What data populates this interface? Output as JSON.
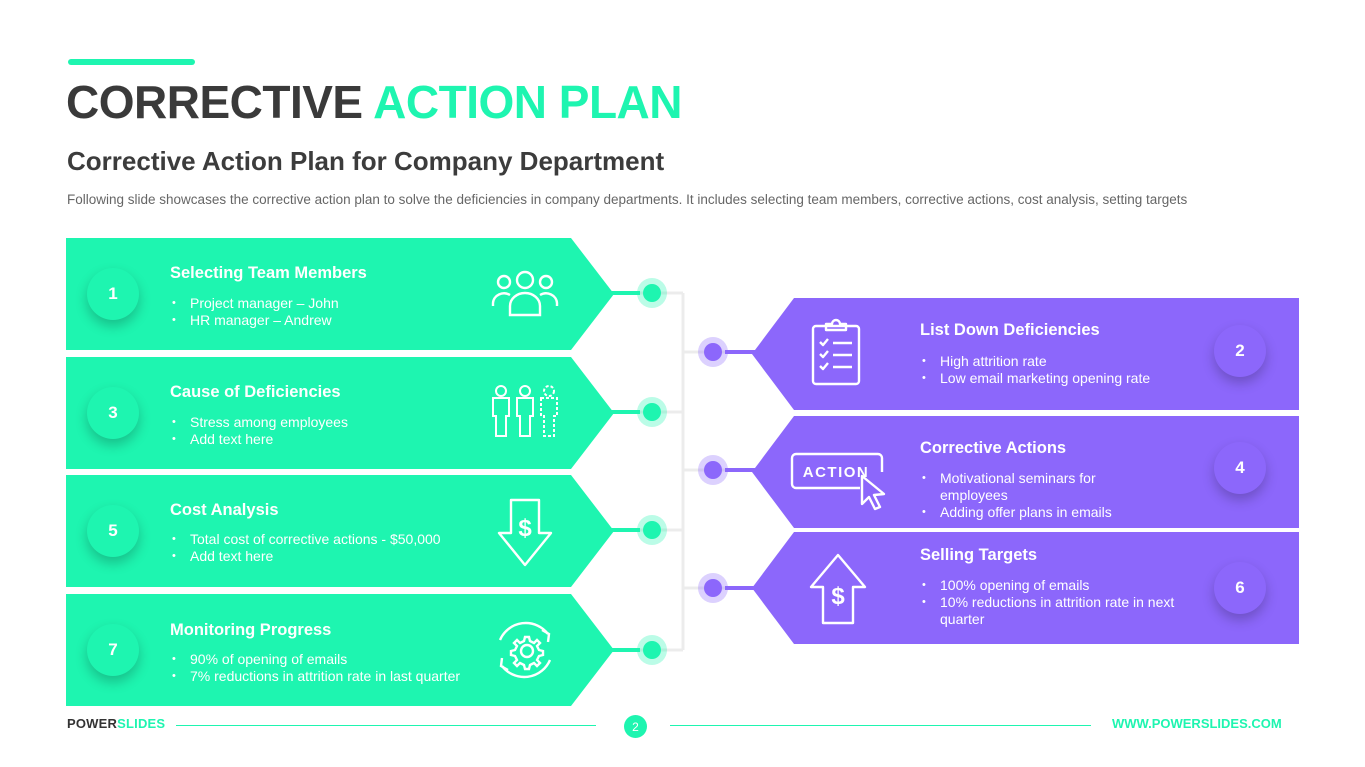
{
  "header": {
    "title_part1": "CORRECTIVE",
    "title_part2": "ACTION PLAN",
    "subtitle": "Corrective Action Plan for Company Department",
    "description": "Following slide showcases the corrective action plan to solve the deficiencies in company  departments. It includes selecting team members, corrective actions, cost analysis, setting targets"
  },
  "colors": {
    "green": "#1ef5b0",
    "purple": "#8c67fb"
  },
  "steps": [
    {
      "number": "1",
      "title": "Selecting Team Members",
      "items": [
        "Project manager – John",
        "HR manager – Andrew"
      ],
      "icon": "team-group-icon"
    },
    {
      "number": "2",
      "title": "List Down Deficiencies",
      "items": [
        "High attrition rate",
        "Low email marketing opening rate"
      ],
      "icon": "clipboard-checklist-icon"
    },
    {
      "number": "3",
      "title": "Cause of Deficiencies",
      "items": [
        "Stress among employees",
        "Add text here"
      ],
      "icon": "three-people-icon"
    },
    {
      "number": "4",
      "title": "Corrective Actions",
      "items": [
        "Motivational seminars for employees",
        "Adding offer plans in emails"
      ],
      "icon": "action-cursor-icon",
      "icon_text": "ACTION"
    },
    {
      "number": "5",
      "title": "Cost Analysis",
      "items": [
        "Total cost of corrective actions - $50,000",
        "Add text here"
      ],
      "icon": "dollar-down-arrow-icon"
    },
    {
      "number": "6",
      "title": "Selling Targets",
      "items": [
        "100% opening of emails",
        "10% reductions in attrition rate in next quarter"
      ],
      "icon": "dollar-up-arrow-icon"
    },
    {
      "number": "7",
      "title": "Monitoring Progress",
      "items": [
        "90% of opening of emails",
        "7% reductions in attrition rate in last quarter"
      ],
      "icon": "gear-cycle-icon"
    }
  ],
  "footer": {
    "brand_part1": "POWER",
    "brand_part2": "SLIDES",
    "page_number": "2",
    "url": "WWW.POWERSLIDES.COM"
  }
}
